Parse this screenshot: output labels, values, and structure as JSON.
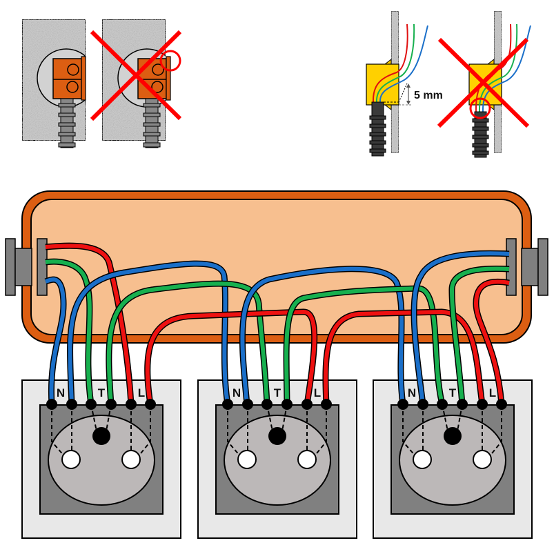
{
  "colors": {
    "neutral": "#1a6fc9",
    "earth": "#17b04f",
    "live": "#ee1111",
    "box_outer": "#dc5e12",
    "box_inner": "#f7bf8f",
    "connector": "#dc5e12",
    "gland": "#ffd000",
    "warning": "#ff0000"
  },
  "details": {
    "correct_mount": {
      "status": "correct"
    },
    "wrong_mount": {
      "status": "wrong"
    },
    "correct_sheath": {
      "status": "correct",
      "dimension_label": "5 mm"
    },
    "wrong_sheath": {
      "status": "wrong"
    }
  },
  "sockets": [
    {
      "labels": {
        "neutral": "N",
        "earth": "T",
        "live": "L"
      }
    },
    {
      "labels": {
        "neutral": "N",
        "earth": "T",
        "live": "L"
      }
    },
    {
      "labels": {
        "neutral": "N",
        "earth": "T",
        "live": "L"
      }
    }
  ]
}
